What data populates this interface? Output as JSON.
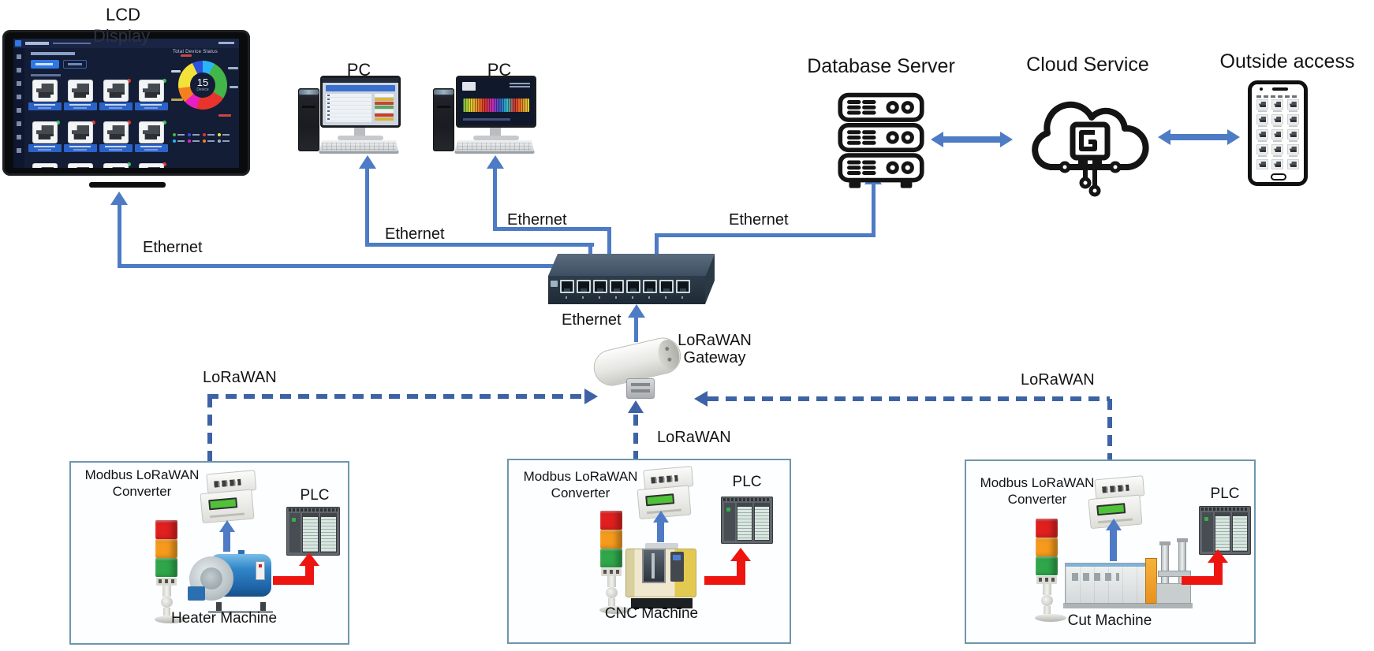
{
  "labels": {
    "ethernet": "Ethernet",
    "lorawan": "LoRaWAN"
  },
  "nodes": {
    "lcd": {
      "title": "LCD",
      "subtitle": "Display"
    },
    "pc_left": {
      "label": "PC"
    },
    "pc_right": {
      "label": "PC"
    },
    "database_server": {
      "label": "Database Server"
    },
    "cloud_service": {
      "label": "Cloud Service"
    },
    "outside_access": {
      "label": "Outside access"
    },
    "lorawan_gateway": {
      "label_line1": "LoRaWAN",
      "label_line2": "Gateway"
    }
  },
  "lcd_screen": {
    "panel_title": "Total Device Status",
    "donut_center_value": "15",
    "donut_center_unit": "Device",
    "donut_segments": [
      {
        "color": "#29b6f6",
        "pct": 8
      },
      {
        "color": "#43b649",
        "pct": 26
      },
      {
        "color": "#e8342c",
        "pct": 20
      },
      {
        "color": "#e91ec4",
        "pct": 9
      },
      {
        "color": "#f5801e",
        "pct": 10
      },
      {
        "color": "#f2e23a",
        "pct": 20
      },
      {
        "color": "#2c52e0",
        "pct": 7
      }
    ]
  },
  "stations": [
    {
      "converter_line1": "Modbus LoRaWAN",
      "converter_line2": "Converter",
      "plc_label": "PLC",
      "machine_label": "Heater Machine"
    },
    {
      "converter_line1": "Modbus LoRaWAN",
      "converter_line2": "Converter",
      "plc_label": "PLC",
      "machine_label": "CNC Machine"
    },
    {
      "converter_line1": "Modbus LoRaWAN",
      "converter_line2": "Converter",
      "plc_label": "PLC",
      "machine_label": "Cut Machine"
    }
  ],
  "colors": {
    "ethernet_line": "#4d7bc4",
    "lorawan_dash": "#3d62a6",
    "plc_arrow_red": "#ee1511",
    "converter_arrow_blue": "#4f7bc6",
    "station_box_border": "#6f96ad",
    "tower_red": "#e01f1f",
    "tower_amber": "#f59a1d",
    "tower_green": "#2fa64a"
  }
}
